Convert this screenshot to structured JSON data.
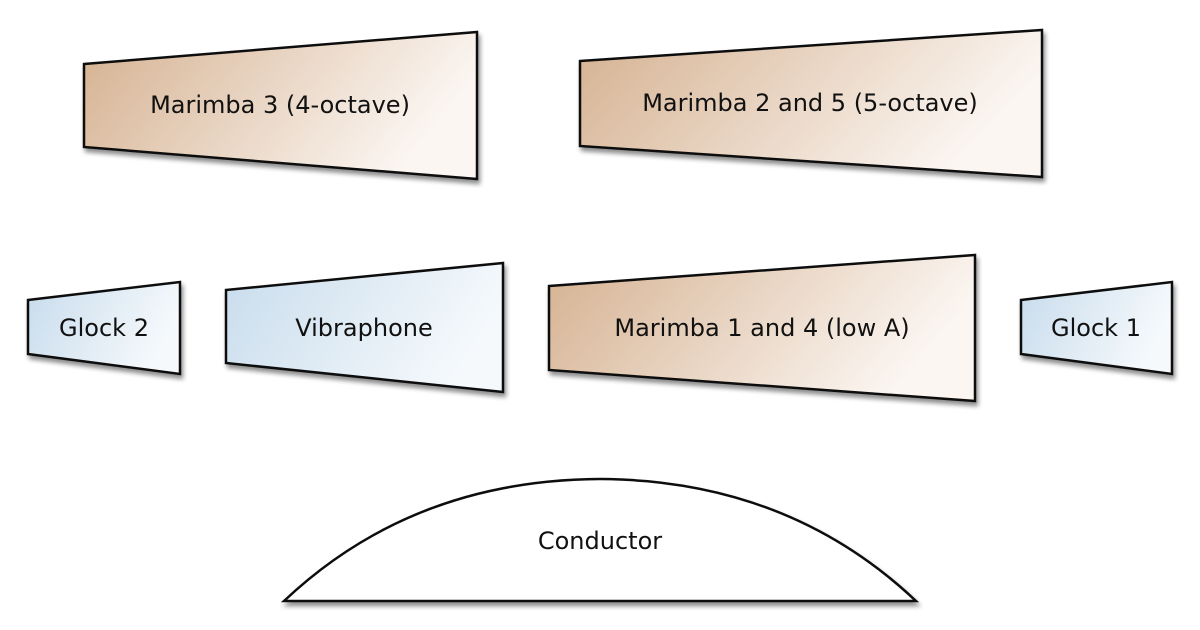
{
  "diagram": {
    "title": "Percussion ensemble stage setup",
    "colors": {
      "marimba_start": "#d5b190",
      "marimba_end": "#fbf6f2",
      "keyboard_start": "#c8dcec",
      "keyboard_end": "#f5f9fc",
      "conductor_fill": "#ffffff",
      "outline": "#111111"
    },
    "rows": {
      "back": [
        {
          "id": "marimba-3",
          "label": "Marimba 3 (4-octave)",
          "type": "marimba"
        },
        {
          "id": "marimba-2-5",
          "label": "Marimba 2 and 5 (5-octave)",
          "type": "marimba"
        }
      ],
      "front": [
        {
          "id": "glock-2",
          "label": "Glock 2",
          "type": "keyboard"
        },
        {
          "id": "vibraphone",
          "label": "Vibraphone",
          "type": "keyboard"
        },
        {
          "id": "marimba-1-4",
          "label": "Marimba 1 and 4 (low A)",
          "type": "marimba"
        },
        {
          "id": "glock-1",
          "label": "Glock 1",
          "type": "keyboard"
        }
      ]
    },
    "conductor": {
      "label": "Conductor"
    }
  }
}
